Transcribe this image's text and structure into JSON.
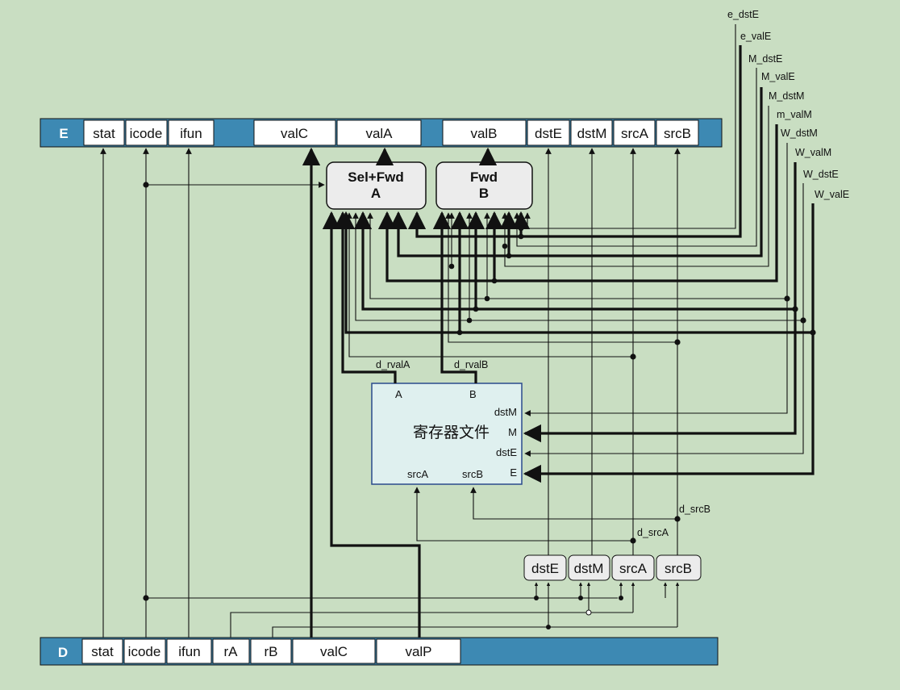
{
  "colors": {
    "background": "#c9dec2",
    "stage_bar": "#3d89b3",
    "field": "#ffffff",
    "box_fill": "#ececec",
    "regfile_fill": "#dff0ef",
    "regfile_border": "#2a4a8c"
  },
  "e_register": {
    "tag": "E",
    "fields": {
      "stat": "stat",
      "icode": "icode",
      "ifun": "ifun",
      "valC": "valC",
      "valA": "valA",
      "valB": "valB",
      "dstE": "dstE",
      "dstM": "dstM",
      "srcA": "srcA",
      "srcB": "srcB"
    }
  },
  "d_register": {
    "tag": "D",
    "fields": {
      "stat": "stat",
      "icode": "icode",
      "ifun": "ifun",
      "rA": "rA",
      "rB": "rB",
      "valC": "valC",
      "valP": "valP"
    }
  },
  "sel_fwd_a": {
    "line1": "Sel+Fwd",
    "line2": "A"
  },
  "fwd_b": {
    "line1": "Fwd",
    "line2": "B"
  },
  "register_file": {
    "title": "寄存器文件",
    "port_a": "A",
    "port_b": "B",
    "dstM": "dstM",
    "M": "M",
    "dstE": "dstE",
    "E": "E",
    "srcA": "srcA",
    "srcB": "srcB"
  },
  "decode_boxes": {
    "dstE": "dstE",
    "dstM": "dstM",
    "srcA": "srcA",
    "srcB": "srcB"
  },
  "signals": {
    "d_rvalA": "d_rvalA",
    "d_rvalB": "d_rvalB",
    "d_srcA": "d_srcA",
    "d_srcB": "d_srcB"
  },
  "forward_sources": [
    "e_dstE",
    "e_valE",
    "M_dstE",
    "M_valE",
    "M_dstM",
    "m_valM",
    "W_dstM",
    "W_valM",
    "W_dstE",
    "W_valE"
  ]
}
